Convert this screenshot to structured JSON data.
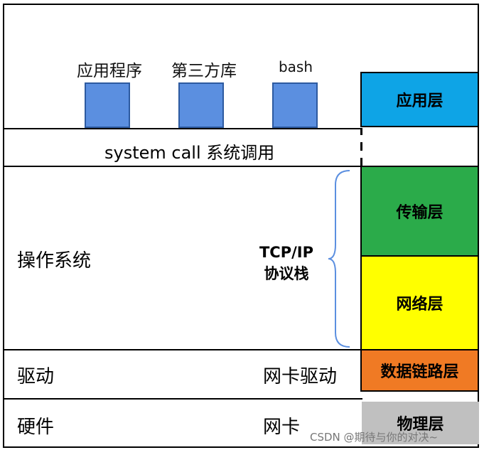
{
  "top_apps": [
    {
      "label": "应用程序",
      "color": "#5b8fe0"
    },
    {
      "label": "第三方库",
      "color": "#5b8fe0"
    },
    {
      "label": "bash",
      "color": "#5b8fe0"
    }
  ],
  "syscall_label": "system call 系统调用",
  "os_label": "操作系统",
  "stack_label_line1": "TCP/IP",
  "stack_label_line2": "协议栈",
  "driver_label": "驱动",
  "nic_driver_label": "网卡驱动",
  "hardware_label": "硬件",
  "nic_label": "网卡",
  "layers": [
    {
      "name": "应用层",
      "color": "#0ea4e6"
    },
    {
      "name": "传输层",
      "color": "#2bab4a"
    },
    {
      "name": "网络层",
      "color": "#ffff00"
    },
    {
      "name": "数据链路层",
      "color": "#f07a24"
    },
    {
      "name": "物理层",
      "color": "#c0c0c0"
    }
  ],
  "watermark": "CSDN @期待与你的对决~"
}
